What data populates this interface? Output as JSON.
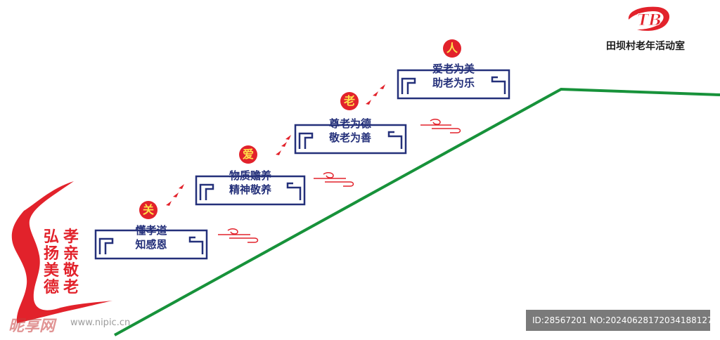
{
  "logo": {
    "mark": "TB",
    "org_name": "田坝村老年活动室"
  },
  "motto": {
    "col_left": "弘\n扬\n美\n德",
    "col_right": "孝\n亲\n敬\n老"
  },
  "steps": [
    {
      "badge": "关",
      "line1": "懂孝道",
      "line2": "知感恩"
    },
    {
      "badge": "爱",
      "line1": "物质赡养",
      "line2": "精神敬养"
    },
    {
      "badge": "老",
      "line1": "尊老为德",
      "line2": "敬老为善"
    },
    {
      "badge": "人",
      "line1": "爱老为美",
      "line2": "助老为乐"
    }
  ],
  "watermark": {
    "logo": "昵享网",
    "url": "www.nipic.cn",
    "id": "ID:28567201 NO:20240628172034188127"
  },
  "colors": {
    "red": "#e2222b",
    "navy": "#24307a",
    "green": "#17923a",
    "badge_text": "#ffe04a"
  }
}
